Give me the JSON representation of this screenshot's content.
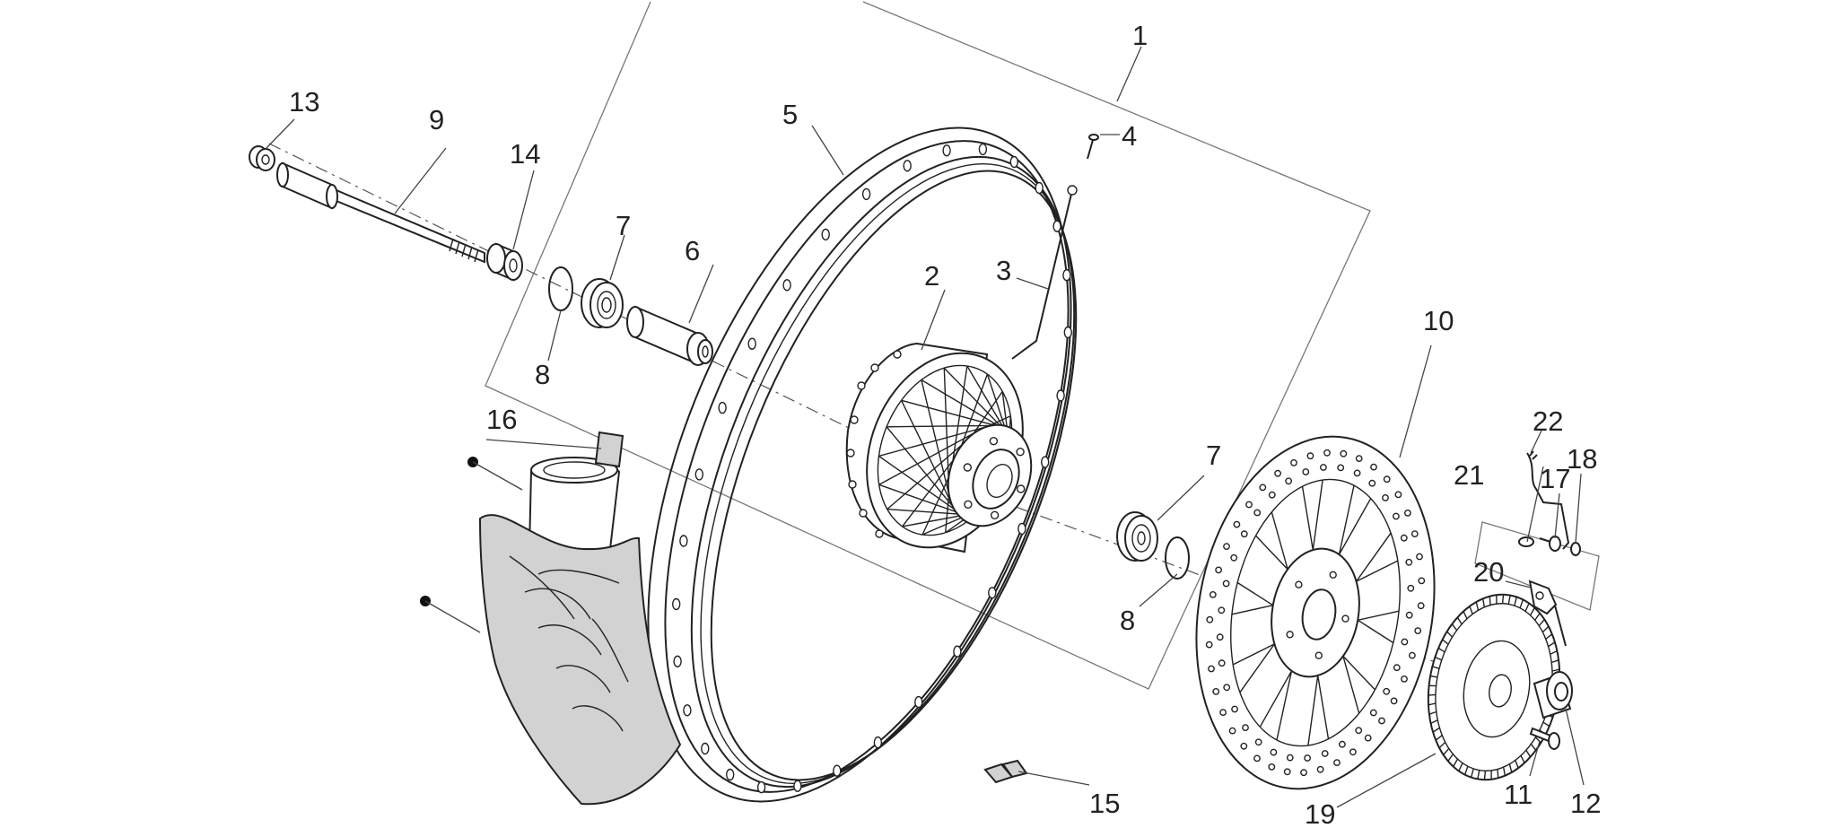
{
  "diagram": {
    "type": "exploded-parts-view",
    "line_color": "#222222",
    "tire_fill": "#d2d2d2",
    "background": "#ffffff"
  },
  "callouts": {
    "c1": "1",
    "c2": "2",
    "c3": "3",
    "c4": "4",
    "c5": "5",
    "c6": "6",
    "c7a": "7",
    "c7b": "7",
    "c8a": "8",
    "c8b": "8",
    "c9": "9",
    "c10": "10",
    "c11": "11",
    "c12": "12",
    "c13": "13",
    "c14": "14",
    "c15": "15",
    "c16": "16",
    "c17": "17",
    "c18": "18",
    "c19": "19",
    "c20": "20",
    "c21": "21",
    "c22": "22"
  }
}
